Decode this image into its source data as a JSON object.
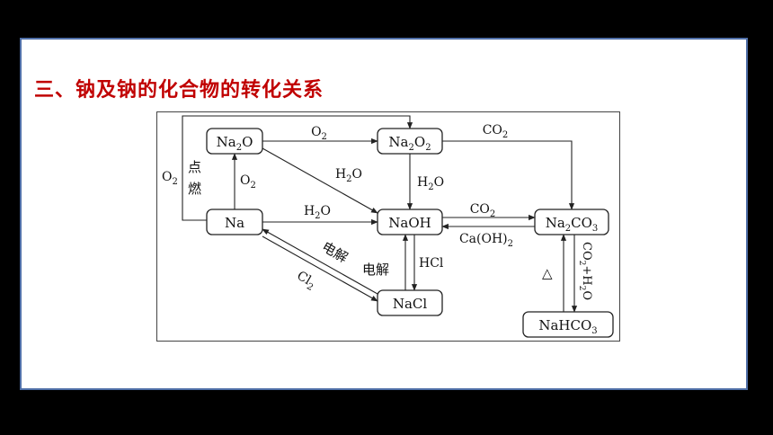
{
  "title": "三、钠及钠的化合物的转化关系",
  "nodes": {
    "na2o": [
      "Na",
      "2",
      "O"
    ],
    "na2o2": [
      "Na",
      "2",
      "O",
      "2",
      ""
    ],
    "na": "Na",
    "naoh": "NaOH",
    "na2co3": [
      "Na",
      "2",
      "CO",
      "3",
      ""
    ],
    "nacl": "NaCl",
    "nahco3": [
      "NaHCO",
      "3",
      ""
    ]
  },
  "edges": {
    "o2_top": [
      "O",
      "2",
      ""
    ],
    "co2_top": [
      "CO",
      "2",
      ""
    ],
    "h2o_na2o": [
      "H",
      "2",
      "O"
    ],
    "h2o_na2o2": [
      "H",
      "2",
      "O"
    ],
    "h2o_na": [
      "H",
      "2",
      "O"
    ],
    "o2_na": [
      "O",
      "2",
      ""
    ],
    "o2_outer": [
      "O",
      "2",
      ""
    ],
    "ignite": [
      "点",
      "燃"
    ],
    "co2_naoh": [
      "CO",
      "2",
      ""
    ],
    "caoh2": [
      "Ca(OH)",
      "2",
      ""
    ],
    "electrolysis_1": "电解",
    "electrolysis_2": "电解",
    "cl2": [
      "Cl",
      "2",
      ""
    ],
    "hcl": "HCl",
    "heat": "△",
    "co2_h2o": [
      "CO",
      "2",
      "+H",
      "2",
      "O"
    ]
  }
}
